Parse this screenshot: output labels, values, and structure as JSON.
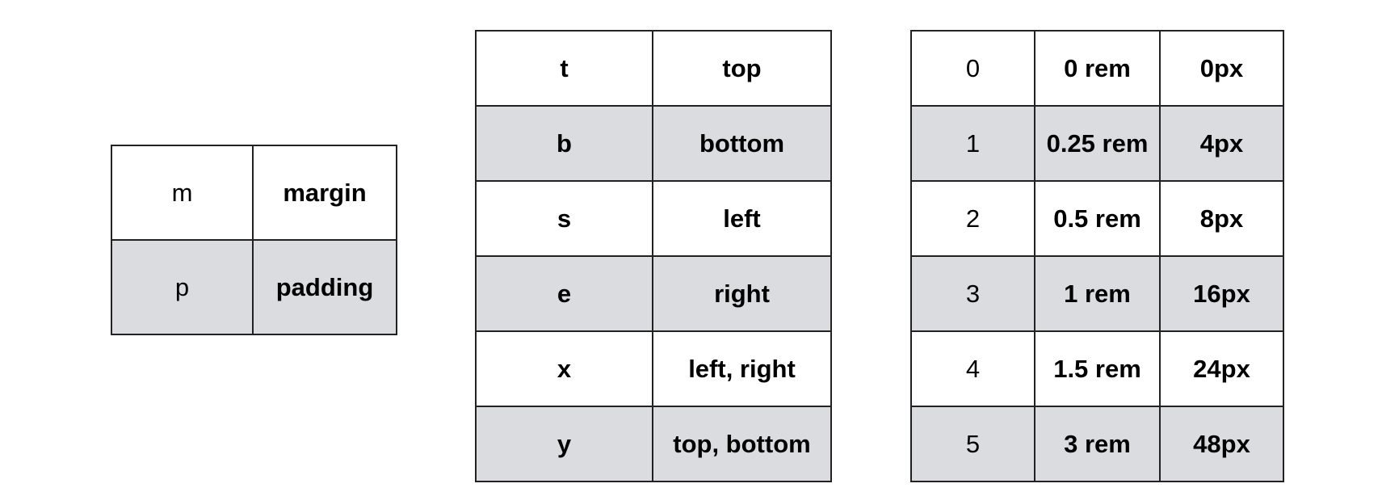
{
  "prefix_table": {
    "rows": [
      {
        "abbr": "m",
        "meaning": "margin"
      },
      {
        "abbr": "p",
        "meaning": "padding"
      }
    ]
  },
  "sides_table": {
    "rows": [
      {
        "abbr": "t",
        "meaning": "top"
      },
      {
        "abbr": "b",
        "meaning": "bottom"
      },
      {
        "abbr": "s",
        "meaning": "left"
      },
      {
        "abbr": "e",
        "meaning": "right"
      },
      {
        "abbr": "x",
        "meaning": "left, right"
      },
      {
        "abbr": "y",
        "meaning": "top, bottom"
      }
    ]
  },
  "sizes_table": {
    "rows": [
      {
        "size": "0",
        "rem": "0 rem",
        "px": "0px"
      },
      {
        "size": "1",
        "rem": "0.25 rem",
        "px": "4px"
      },
      {
        "size": "2",
        "rem": "0.5 rem",
        "px": "8px"
      },
      {
        "size": "3",
        "rem": "1 rem",
        "px": "16px"
      },
      {
        "size": "4",
        "rem": "1.5 rem",
        "px": "24px"
      },
      {
        "size": "5",
        "rem": "3 rem",
        "px": "48px"
      }
    ]
  },
  "colors": {
    "shaded_row": "#dadcdf",
    "border": "#222222",
    "background": "#ffffff"
  }
}
